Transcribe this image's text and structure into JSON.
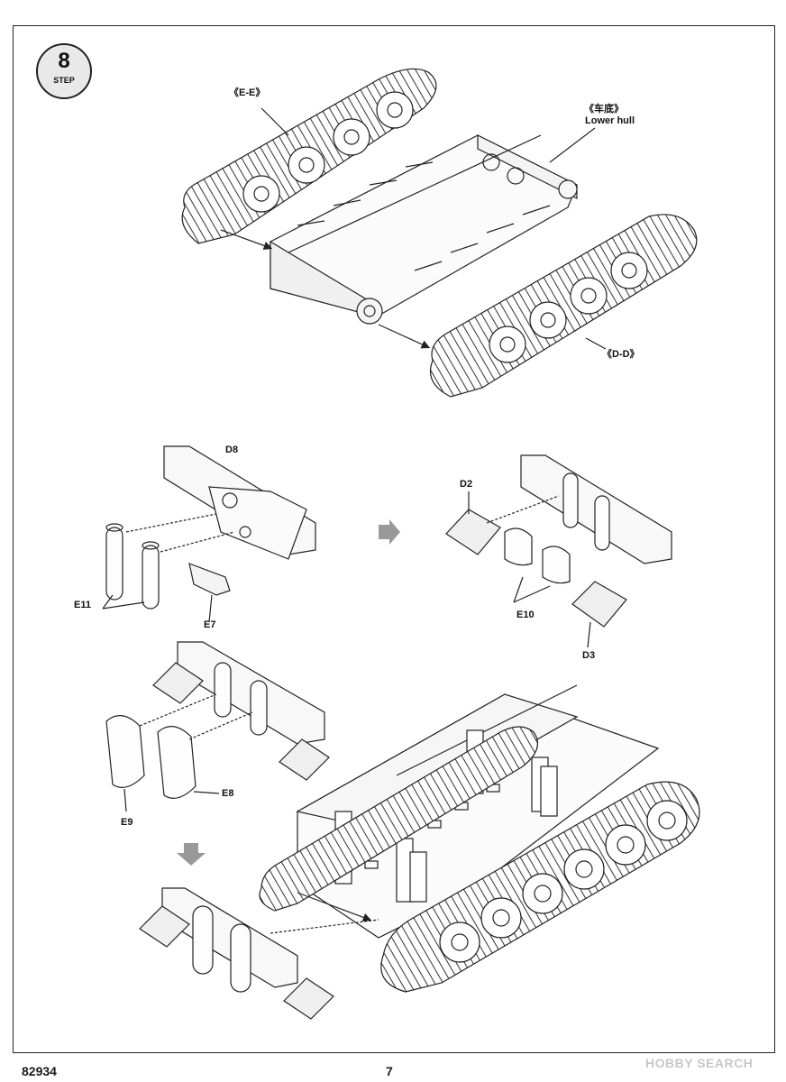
{
  "step": {
    "number": "8",
    "label": "STEP"
  },
  "labels": {
    "ee": "《E-E》",
    "lower_hull_cn": "《车底》",
    "lower_hull_en": "Lower hull",
    "dd": "《D-D》",
    "d8": "D8",
    "e11": "E11",
    "e7": "E7",
    "d2": "D2",
    "e10": "E10",
    "d3": "D3",
    "e9": "E9",
    "e8": "E8"
  },
  "footer": {
    "code": "82934",
    "page": "7",
    "watermark": "HOBBY SEARCH"
  }
}
